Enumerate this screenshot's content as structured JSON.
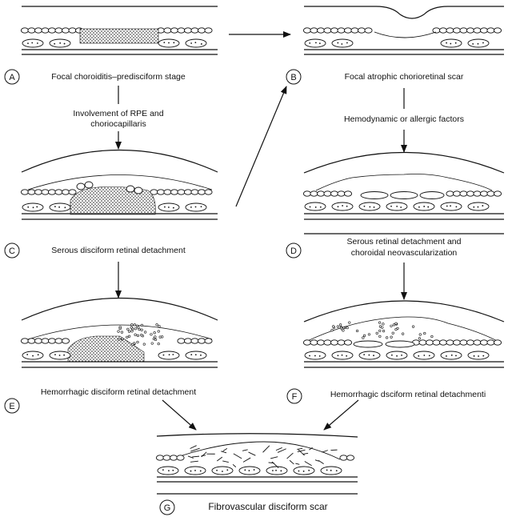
{
  "panels": [
    {
      "letter": "A",
      "caption": "Focal choroiditis–predisciform stage"
    },
    {
      "letter": "B",
      "caption": "Focal atrophic chorioretinal scar"
    },
    {
      "letter": "C",
      "caption": "Serous disciform retinal detachment"
    },
    {
      "letter": "D",
      "caption_line1": "Serous retinal detachment and",
      "caption_line2": "choroidal neovascularization"
    },
    {
      "letter": "E",
      "caption": "Hemorrhagic disciform retinal detachment"
    },
    {
      "letter": "F",
      "caption": "Hemorrhagic dsciform retinal detachmenti"
    },
    {
      "letter": "G",
      "caption": "Fibrovascular disciform scar"
    }
  ],
  "transitions": {
    "a_to_c_line1": "Involvement of RPE and",
    "a_to_c_line2": "choriocapillaris",
    "b_to_d": "Hemodynamic or allergic factors"
  }
}
